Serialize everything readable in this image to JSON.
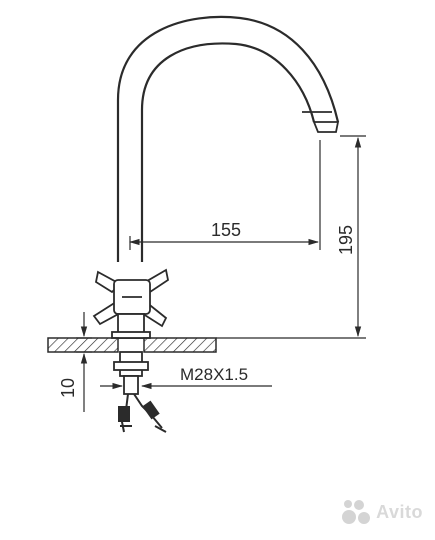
{
  "dimensions": {
    "reach": "155",
    "height": "195",
    "thread": "M28X1.5",
    "mount_thickness": "10"
  },
  "watermark": {
    "brand": "Avito"
  },
  "colors": {
    "line": "#2b2b2b",
    "watermark": "#d4d4d4"
  }
}
